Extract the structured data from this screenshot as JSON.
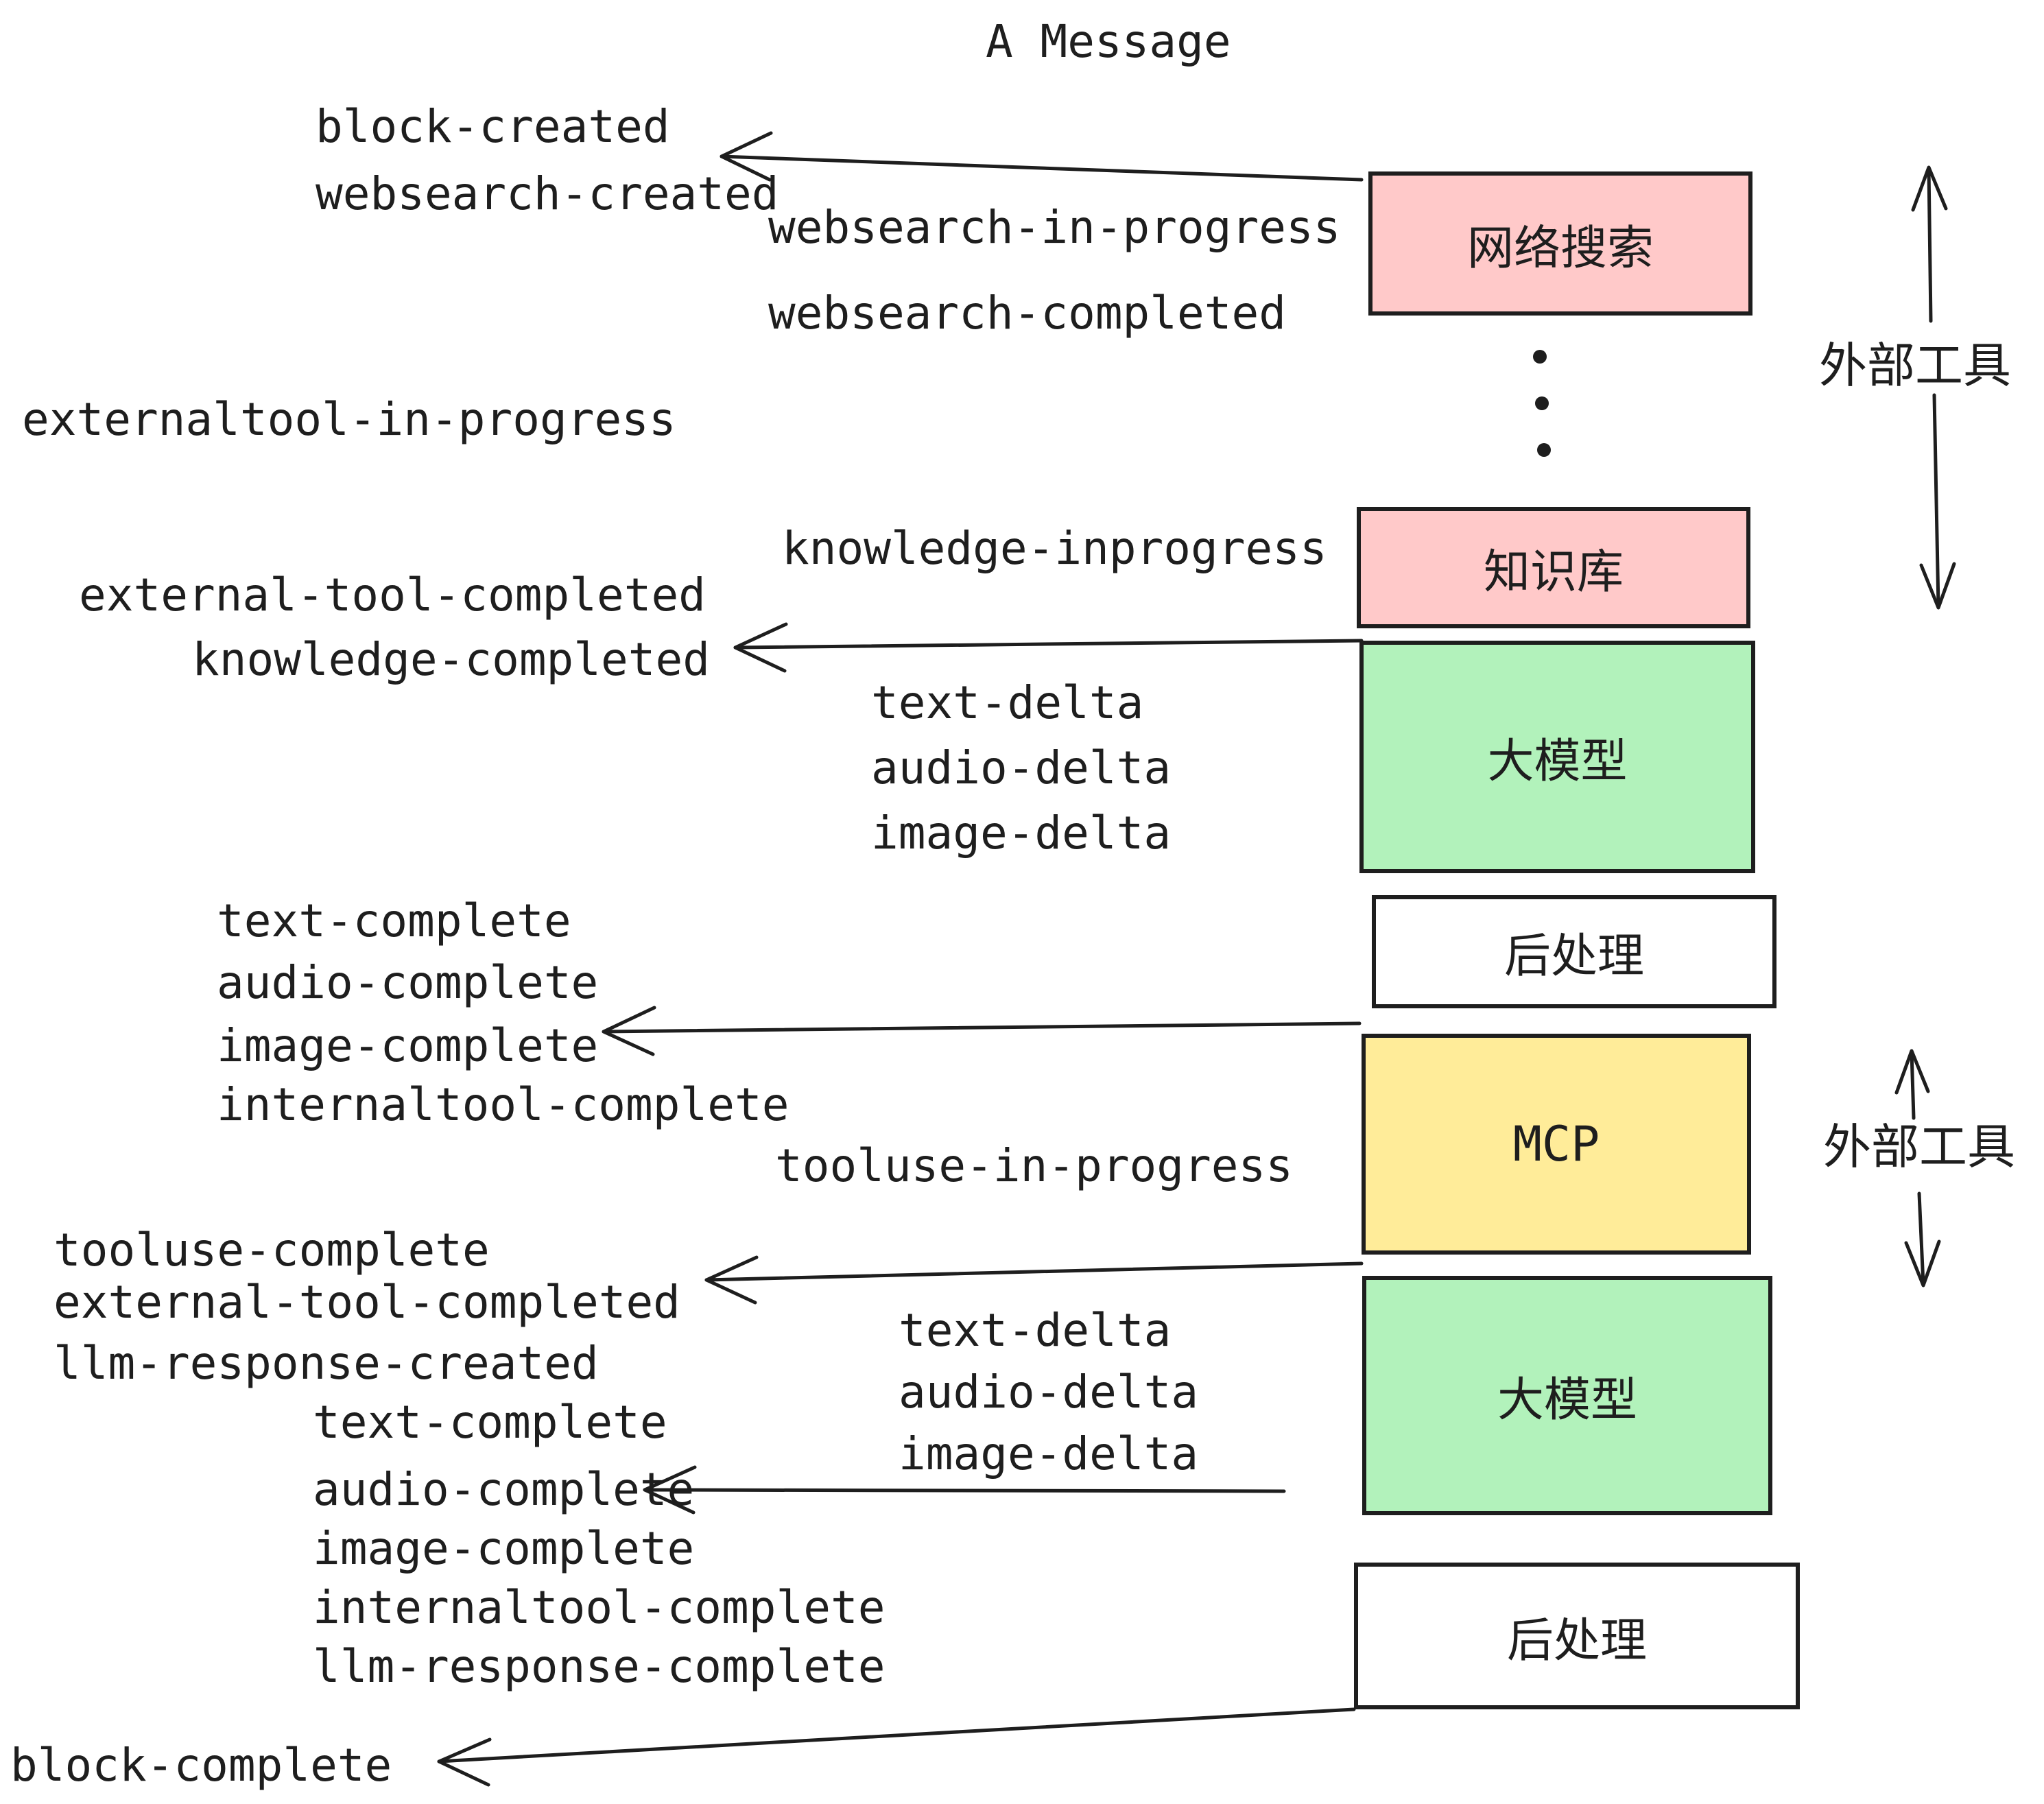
{
  "title": "A Message",
  "colors": {
    "stroke": "#1e1e1e",
    "pink": "#ffc9c9",
    "green": "#b2f2bb",
    "yellow": "#ffec99",
    "white": "#ffffff"
  },
  "boxes": [
    {
      "label": "网络搜索",
      "color": "#ffc9c9"
    },
    {
      "label": "知识库",
      "color": "#ffc9c9"
    },
    {
      "label": "大模型",
      "color": "#b2f2bb"
    },
    {
      "label": "后处理",
      "color": "#ffffff"
    },
    {
      "label": "MCP",
      "color": "#ffec99"
    },
    {
      "label": "大模型",
      "color": "#b2f2bb"
    },
    {
      "label": "后处理",
      "color": "#ffffff"
    }
  ],
  "side_labels": {
    "top": "外部工具",
    "bottom": "外部工具"
  },
  "events": {
    "block_created": "block-created",
    "websearch_created": "websearch-created",
    "websearch_in_progress": "websearch-in-progress",
    "websearch_completed": "websearch-completed",
    "externaltool_in_progress": "externaltool-in-progress",
    "knowledge_inprogress": "knowledge-inprogress",
    "external_tool_completed_1": "external-tool-completed",
    "knowledge_completed": "knowledge-completed",
    "text_delta_1": "text-delta",
    "audio_delta_1": "audio-delta",
    "image_delta_1": "image-delta",
    "text_complete_1": "text-complete",
    "audio_complete_1": "audio-complete",
    "image_complete_1": "image-complete",
    "internaltool_complete_1": "internaltool-complete",
    "tooluse_in_progress": "tooluse-in-progress",
    "tooluse_complete": "tooluse-complete",
    "external_tool_completed_2": "external-tool-completed",
    "llm_response_created": "llm-response-created",
    "text_complete_2": "text-complete",
    "audio_complete_2": "audio-complete",
    "image_complete_2": "image-complete",
    "internaltool_complete_2": "internaltool-complete",
    "llm_response_complete": "llm-response-complete",
    "block_complete": "block-complete"
  }
}
